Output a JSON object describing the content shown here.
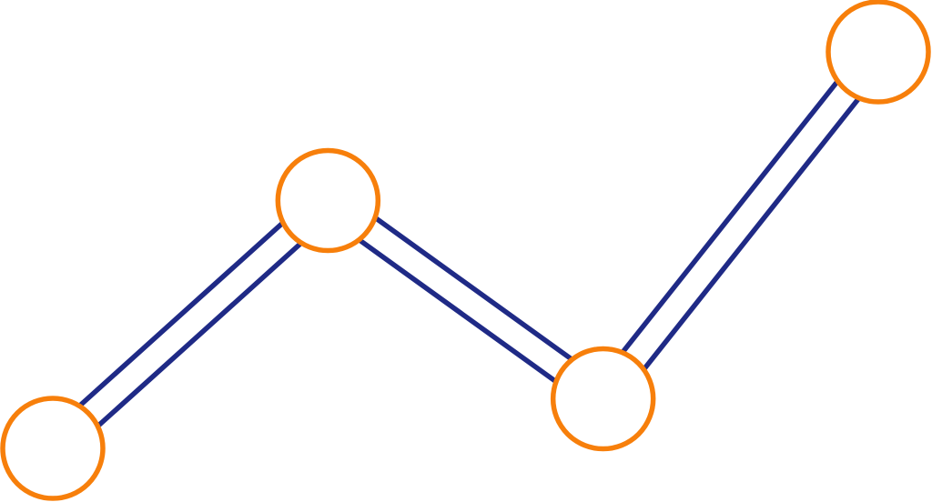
{
  "chart_data": {
    "type": "line",
    "x": [
      1,
      2,
      3,
      4
    ],
    "values": [
      1,
      6,
      2,
      9
    ],
    "xlim": [
      1,
      4
    ],
    "ylim": [
      1,
      9
    ],
    "grid": false,
    "axes_visible": false,
    "line_style": "double",
    "marker": "hollow-circle"
  },
  "colors": {
    "line": "#1f2a86",
    "marker_stroke": "#f77f0b",
    "marker_fill": "#ffffff",
    "background": "#ffffff"
  }
}
